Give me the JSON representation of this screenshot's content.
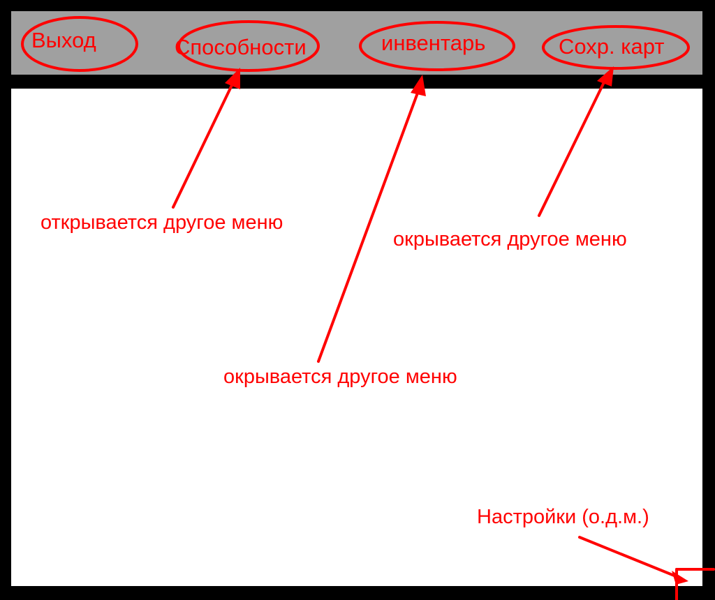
{
  "menu": {
    "exit_label": "Выход",
    "abilities_label": "Способности",
    "inventory_label": "инвентарь",
    "save_label": "Сохр. карт"
  },
  "annotations": {
    "abilities_note": "открывается другое меню",
    "save_note": "окрывается другое меню",
    "inventory_note": "окрывается другое меню",
    "settings_note": "Настройки (о.д.м.)"
  },
  "colors": {
    "annotation": "#ff0000",
    "toolbar": "#a0a0a0",
    "frame": "#000000",
    "canvas": "#ffffff"
  }
}
